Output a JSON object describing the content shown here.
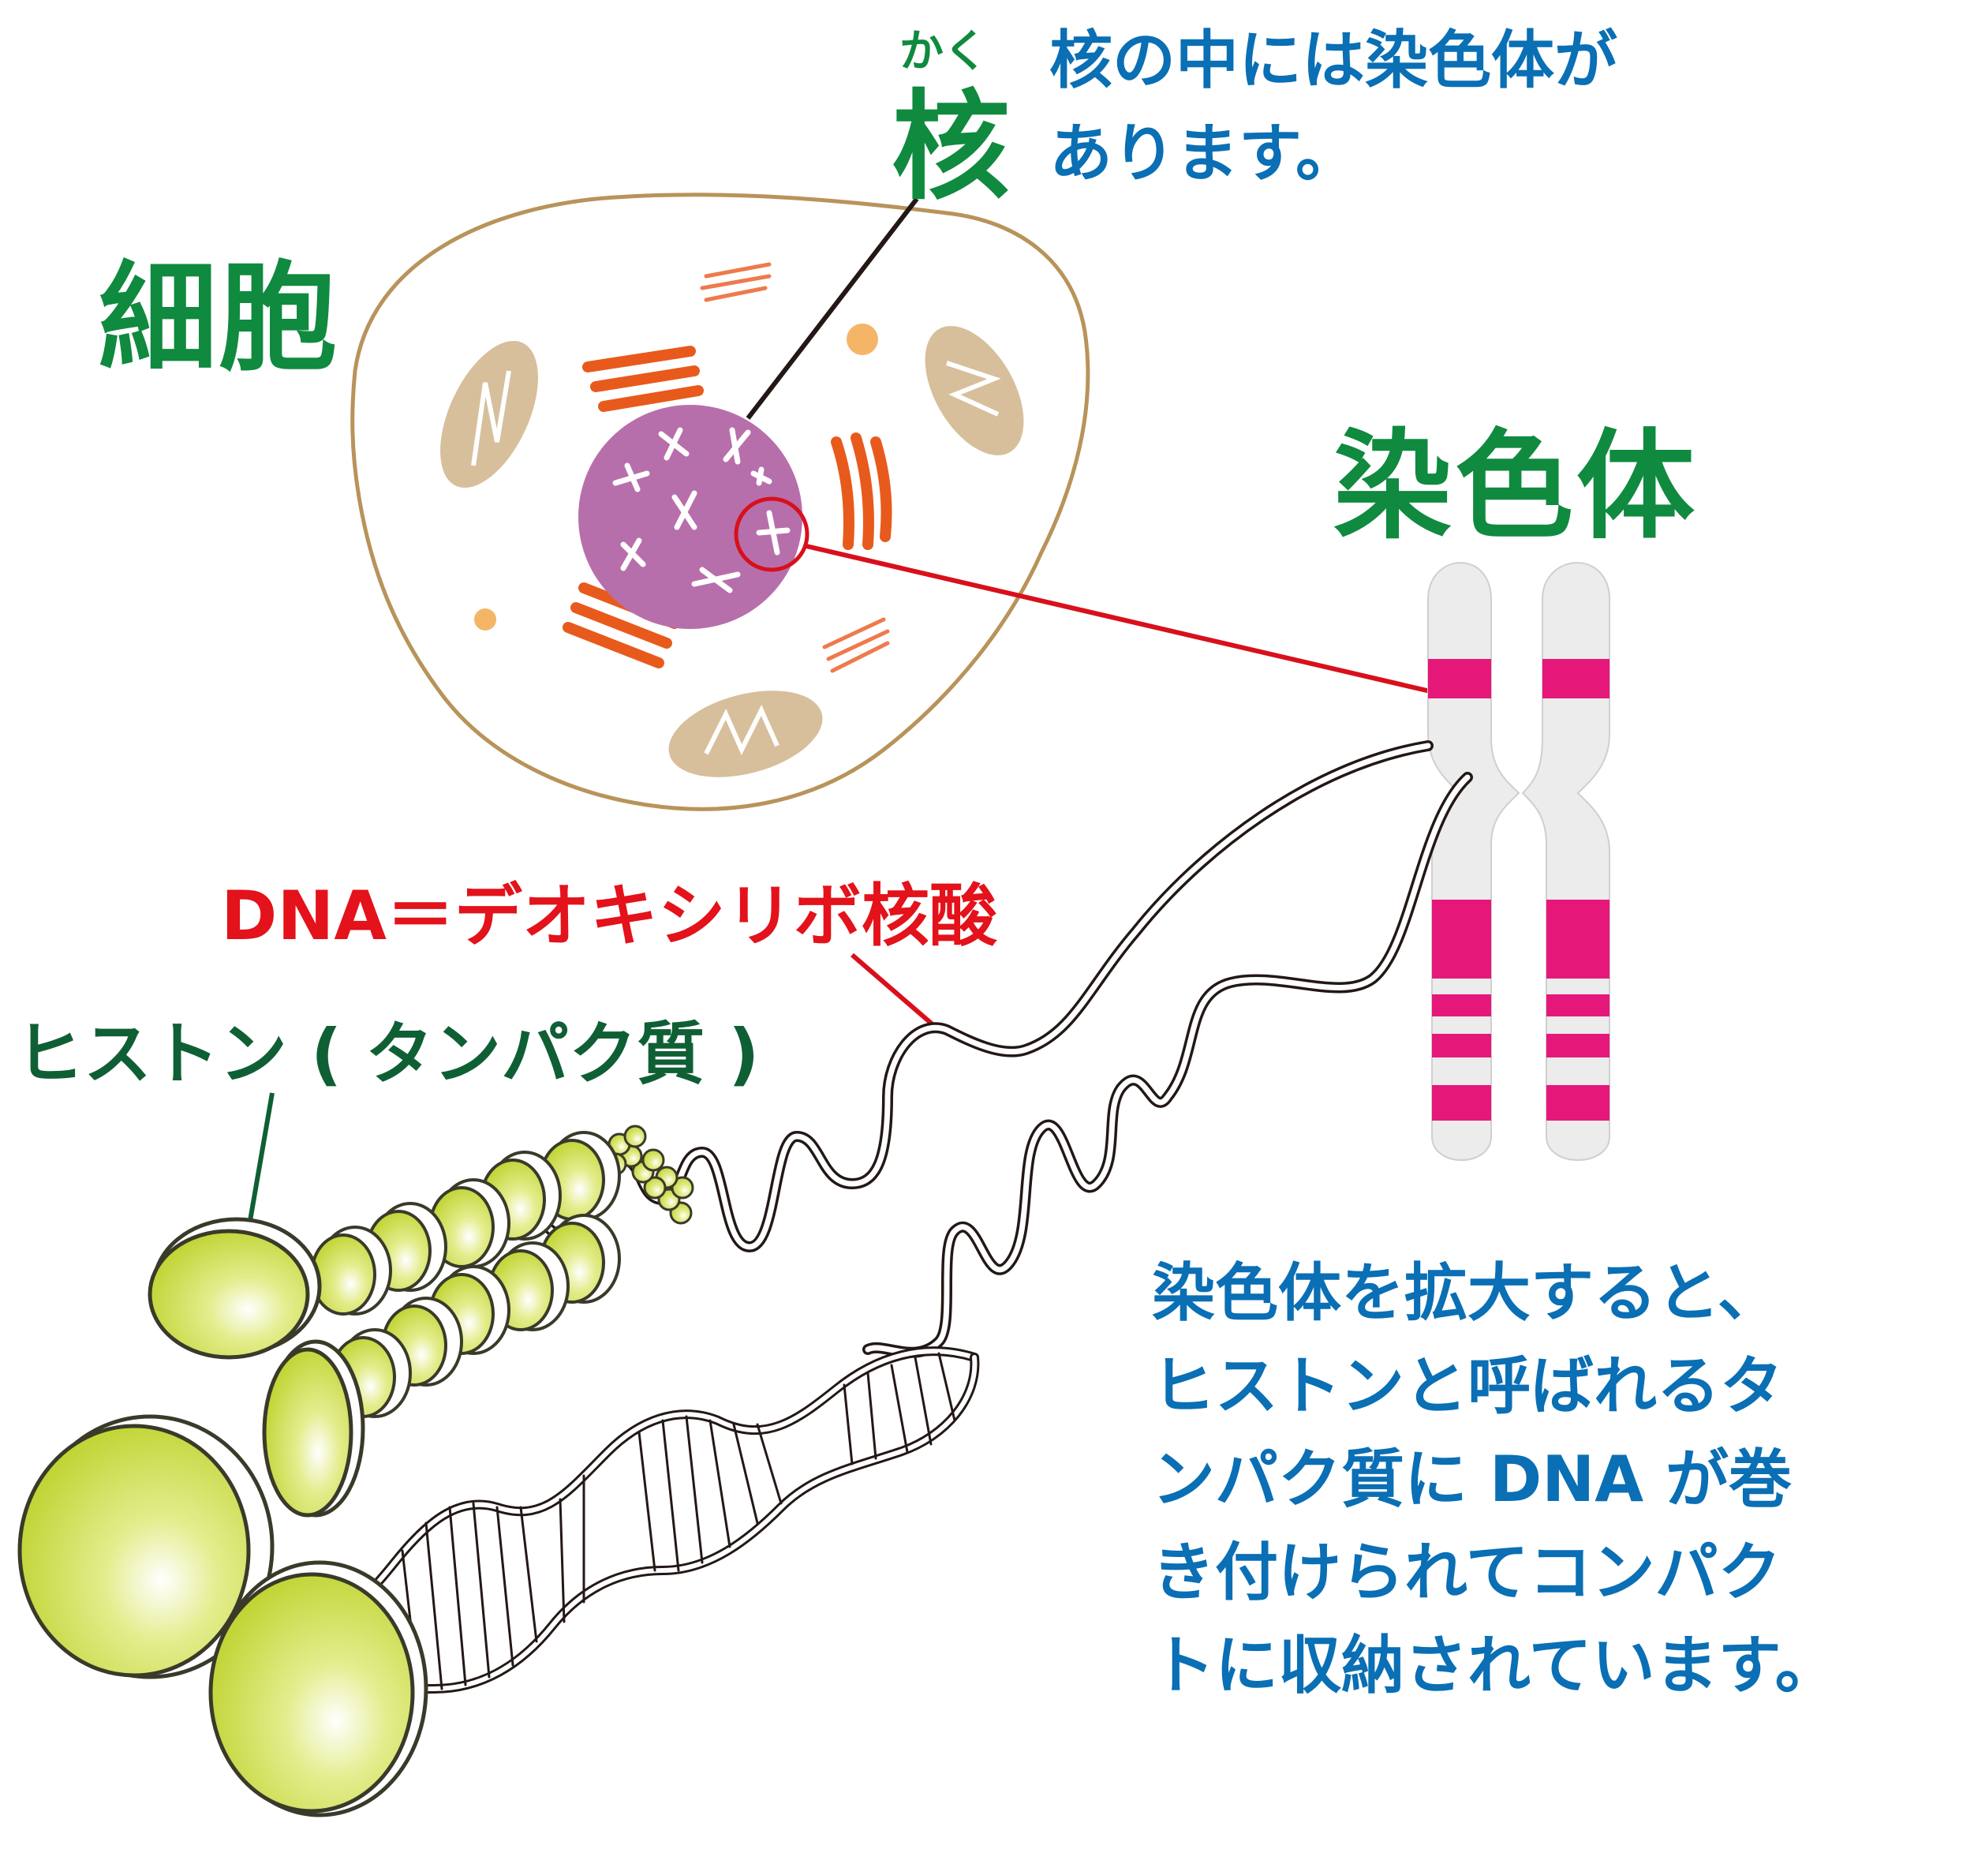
{
  "labels": {
    "cell": "細胞",
    "nucleus_ruby": "かく",
    "nucleus": "核",
    "nucleus_note": [
      "核の中には染色体が",
      "あります。"
    ],
    "chromosome": "染色体",
    "dna": "DNA＝デオキシリボ核酸",
    "histone": "ヒストン ( タンパク質 )",
    "explanation": [
      "染色体を拡大すると、",
      "ヒストンと呼ばれるタ",
      "ンパク質に DNA が巻",
      "き付けられてコンパク",
      "トに収納されています。"
    ]
  },
  "colors": {
    "label_green": "#0f8a3f",
    "label_blue": "#0a6fb4",
    "label_red": "#e3121b",
    "cell_outline": "#b8935a",
    "nucleus": "#b76fab",
    "organelle_orange": "#e85a1c",
    "mitochondria": "#d7bf9c",
    "chromosome_band": "#e5187a",
    "chromosome_body": "#ececec",
    "histone": "#c9dc3a"
  }
}
